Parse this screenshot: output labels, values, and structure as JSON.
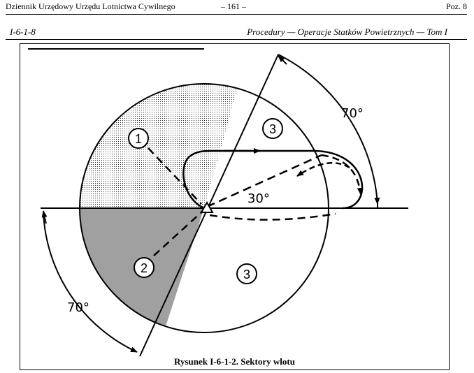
{
  "header": {
    "left": "Dziennik Urzędowy Urzędu Lotnictwa Cywilnego",
    "center": "– 161 –",
    "right": "Poz. 8"
  },
  "subheader": {
    "left": "I-6-1-8",
    "right": "Procedury — Operacje Statków Powietrznych — Tom I"
  },
  "figure": {
    "sector_labels": [
      "1",
      "2",
      "3",
      "3"
    ],
    "angles": {
      "upper_right": "70°",
      "lower_left": "70°",
      "inner": "30°"
    },
    "caption": "Rysunek I-6-1-2. Sektory wlotu"
  }
}
